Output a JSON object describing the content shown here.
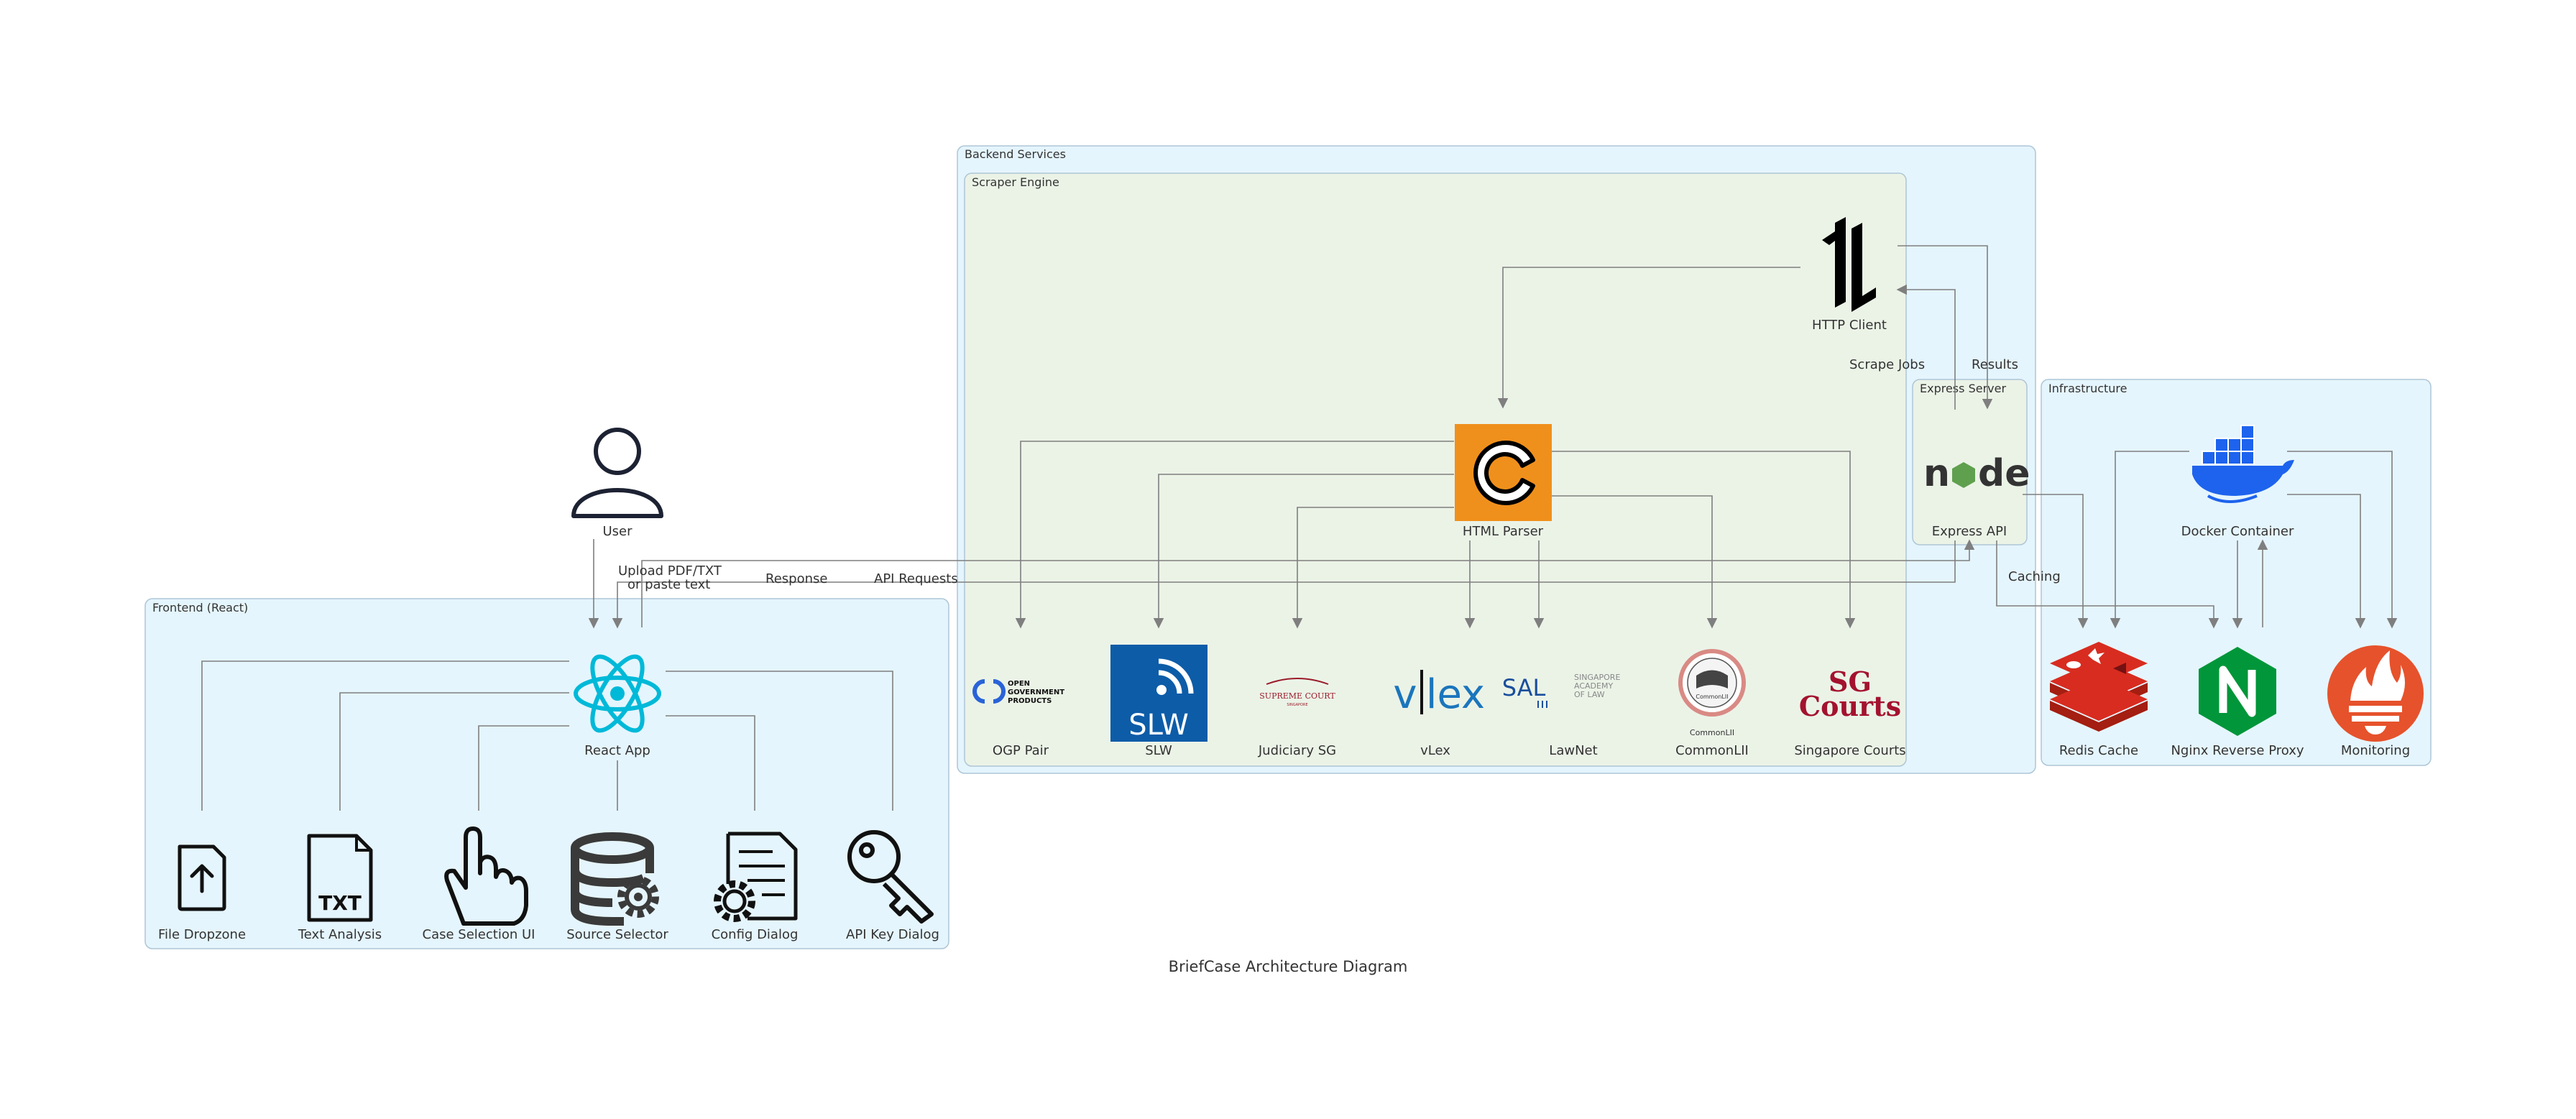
{
  "title": "BriefCase Architecture Diagram",
  "colors": {
    "cluster_blue": "#e5f5fd",
    "cluster_green": "#ebf3e7",
    "cluster_border": "#aec6d6",
    "edge": "#7f7f7f",
    "react": "#00b9d8",
    "redis": "#d82c20",
    "nginx": "#009639",
    "prometheus": "#e6522c",
    "docker": "#1d63ed",
    "parser": "#f0901c",
    "slw": "#0d5ca8",
    "sgcourts": "#a3122e"
  },
  "clusters": {
    "backend": "Backend Services",
    "scraper": "Scraper Engine",
    "express": "Express Server",
    "infra": "Infrastructure",
    "frontend": "Frontend (React)"
  },
  "nodes": {
    "user": "User",
    "react_app": "React App",
    "file_dropzone": "File Dropzone",
    "text_analysis": "Text Analysis",
    "case_selection": "Case Selection UI",
    "source_selector": "Source Selector",
    "config_dialog": "Config Dialog",
    "api_key_dialog": "API Key Dialog",
    "http_client": "HTTP Client",
    "html_parser": "HTML Parser",
    "express_api": "Express API",
    "docker": "Docker Container",
    "ogp": "OGP Pair",
    "slw": "SLW",
    "judiciary": "Judiciary SG",
    "vlex": "vLex",
    "lawnet": "LawNet",
    "commonlii": "CommonLII",
    "sg_courts": "Singapore Courts",
    "redis": "Redis Cache",
    "nginx": "Nginx Reverse Proxy",
    "monitoring": "Monitoring"
  },
  "edges": {
    "upload_1": "Upload PDF/TXT",
    "upload_2": "or paste text",
    "response": "Response",
    "api_requests": "API Requests",
    "scrape_jobs": "Scrape Jobs",
    "results": "Results",
    "caching": "Caching"
  },
  "logos": {
    "ogp_1": "OPEN",
    "ogp_2": "GOVERNMENT",
    "ogp_3": "PRODUCTS",
    "slw": "SLW",
    "judiciary_1": "SUPREME COURT",
    "judiciary_2": "SINGAPORE",
    "vlex_a": "v",
    "vlex_b": "lex",
    "sal": "SAL",
    "sal_1": "SINGAPORE",
    "sal_2": "ACADEMY",
    "sal_3": "OF LAW",
    "commonlii_badge": "CommonLII",
    "commonlii_caption": "CommonLII",
    "sg_courts_1": "SG",
    "sg_courts_2": "Courts",
    "txt": "TXT"
  }
}
